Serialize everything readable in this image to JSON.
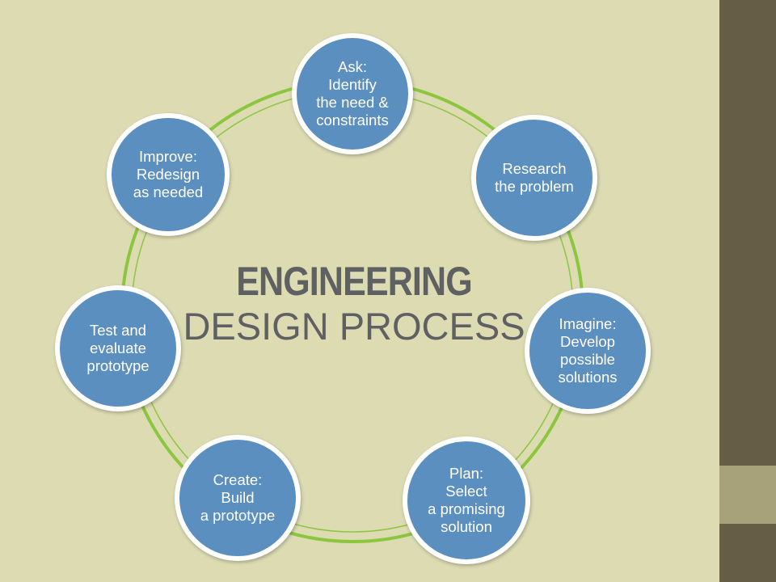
{
  "colors": {
    "background": "#dcdbb2",
    "sidebar_dark": "#655d46",
    "sidebar_light": "#a7a27a",
    "ring_green": "#8cc63f",
    "node_fill": "#5b8fbf",
    "node_border": "#ffffff",
    "title_text": "#5f6062"
  },
  "title": {
    "main": "ENGINEERING",
    "sub": "DESIGN PROCESS"
  },
  "steps": [
    {
      "label": "Ask:\nIdentify\nthe need &\nconstraints"
    },
    {
      "label": "Research\nthe problem"
    },
    {
      "label": "Imagine:\nDevelop\npossible\nsolutions"
    },
    {
      "label": "Plan:\nSelect\na promising\nsolution"
    },
    {
      "label": "Create:\nBuild\na prototype"
    },
    {
      "label": "Test and\nevaluate\nprototype"
    },
    {
      "label": "Improve:\nRedesign\nas needed"
    }
  ]
}
